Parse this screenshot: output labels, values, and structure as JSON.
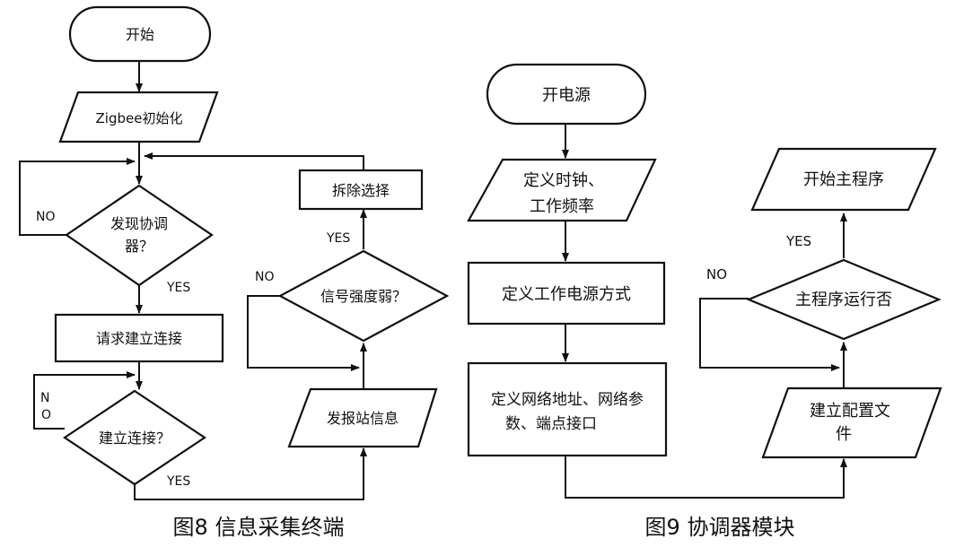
{
  "fig8": {
    "start": "开始",
    "init": "Zigbee初始化",
    "find_coord_1": "发现协调",
    "find_coord_2": "器？",
    "request": "请求建立连接",
    "connected": "建立连接？",
    "no_1": "NO",
    "yes_1": "YES",
    "no_2_a": "N",
    "no_2_b": "O",
    "yes_2": "YES",
    "send": "发报站信息",
    "signal_weak": "信号强度弱？",
    "no_3": "NO",
    "yes_3": "YES",
    "detach": "拆除选择",
    "caption": "图8 信息采集终端"
  },
  "fig9": {
    "power_on": "开电源",
    "clock_1": "定义时钟、",
    "clock_2": "工作频率",
    "power_mode": "定义工作电源方式",
    "net_1": "定义网络地址、网络参",
    "net_2": "数、端点接口",
    "config_1": "建立配置文",
    "config_2": "件",
    "running": "主程序运行否",
    "no": "NO",
    "yes": "YES",
    "start_main": "开始主程序",
    "caption": "图9 协调器模块"
  }
}
